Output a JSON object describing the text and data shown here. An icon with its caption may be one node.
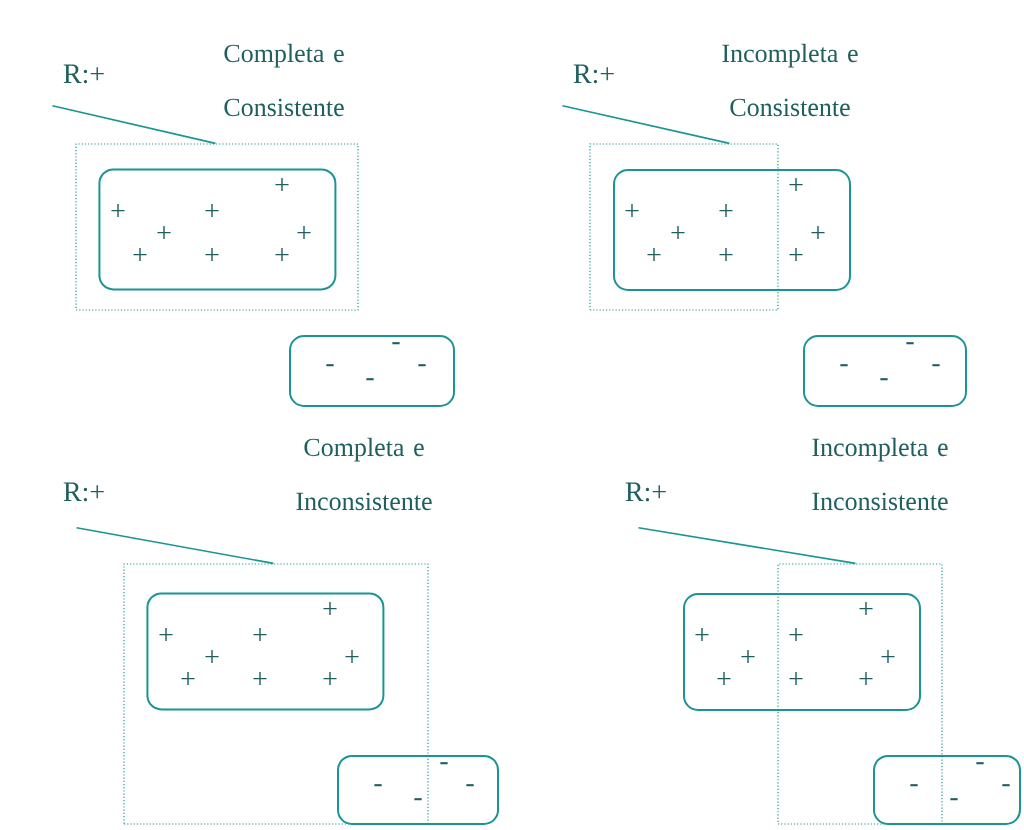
{
  "diagram": {
    "nodes": [
      {
        "text": [
          "R:+"
        ]
      },
      {
        "text": [],
        "shape": "box"
      },
      {
        "text": [
          "+",
          "+",
          "+",
          "+",
          "+",
          "+",
          "+",
          "+"
        ],
        "in": 1
      },
      {
        "text": [
          "-",
          "-",
          "-",
          "-"
        ]
      },
      {
        "text": [
          "R:+"
        ]
      },
      {
        "text": [],
        "shape": "box"
      },
      {
        "text": [
          "+",
          "+",
          "+",
          "+",
          "+",
          "+",
          "+",
          "+"
        ]
      },
      {
        "text": [
          "-",
          "-",
          "-",
          "-"
        ]
      },
      {
        "text": [
          "R:+"
        ]
      },
      {
        "text": [],
        "shape": "box"
      },
      {
        "text": [
          "+",
          "+",
          "+",
          "+",
          "+",
          "+",
          "+",
          "+"
        ],
        "in": 9
      },
      {
        "text": [
          "-",
          "-",
          "-",
          "-"
        ]
      },
      {
        "text": [
          "R:+"
        ]
      },
      {
        "text": [],
        "shape": "box"
      },
      {
        "text": [
          "+",
          "+",
          "+",
          "+",
          "+",
          "+",
          "+",
          "+"
        ]
      },
      {
        "text": [
          "-",
          "-",
          "-",
          "-"
        ]
      }
    ],
    "edges": [
      {
        "from": 0,
        "to": 1,
        "arrow": "none"
      },
      {
        "from": 4,
        "to": 5,
        "arrow": "none"
      },
      {
        "from": 8,
        "to": 9,
        "arrow": "none"
      },
      {
        "from": 12,
        "to": 13,
        "arrow": "none"
      }
    ],
    "labels": [
      "Completa e Consistente",
      "Incompleta e Consistente",
      "Completa e Inconsistente",
      "Incompleta e Inconsistente"
    ]
  }
}
